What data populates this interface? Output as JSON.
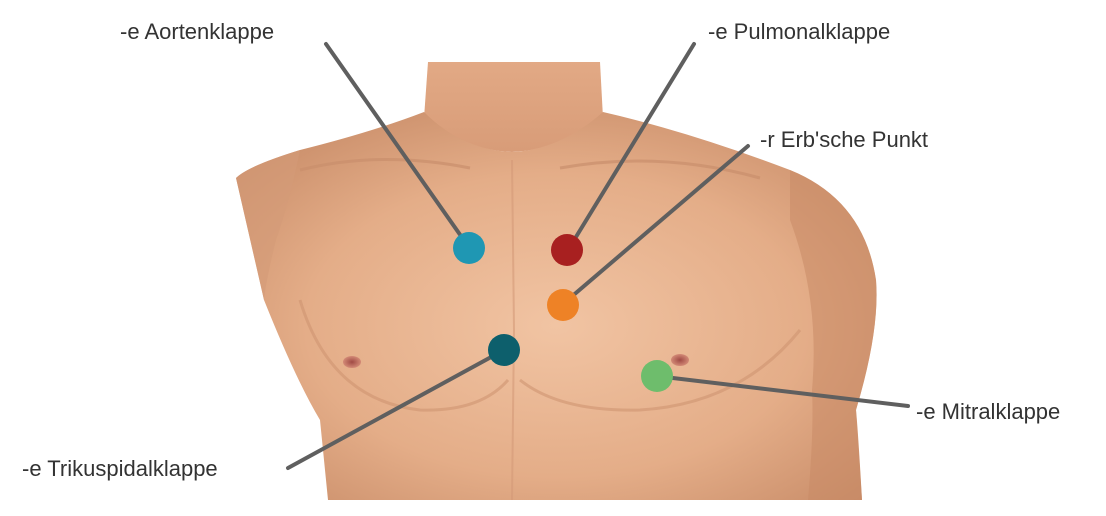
{
  "labels": {
    "aortic": "-e Aortenklappe",
    "pulmonary": "-e Pulmonalklappe",
    "erb": "-r Erb'sche Punkt",
    "tricuspid": "-e Trikuspidalklappe",
    "mitral": "-e Mitralklappe"
  },
  "colors": {
    "aortic": "#1f97b3",
    "pulmonary": "#a82020",
    "erb": "#ee8226",
    "tricuspid": "#0d5f6c",
    "mitral": "#6ebd6c",
    "skin": "#e8b492",
    "leader_line": "#5f5f5f"
  }
}
